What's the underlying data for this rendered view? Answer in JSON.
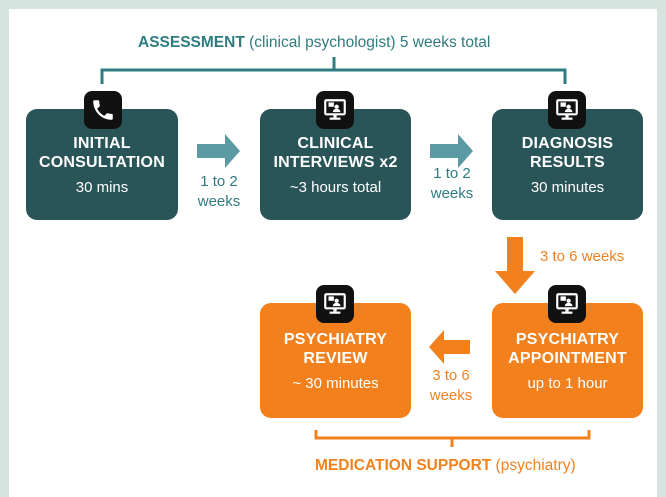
{
  "header": {
    "assessment_bold": "ASSESSMENT",
    "assessment_rest": " (clinical psychologist) 5 weeks total",
    "medication_bold": "MEDICATION SUPPORT",
    "medication_rest": " (psychiatry)"
  },
  "steps": [
    {
      "title": "INITIAL CONSULTATION",
      "title_l1": "INITIAL",
      "title_l2": "CONSULTATION",
      "sub": "30 mins",
      "icon": "phone-icon"
    },
    {
      "title": "CLINICAL INTERVIEWS x2",
      "title_l1": "CLINICAL",
      "title_l2": "INTERVIEWS x2",
      "sub": "~3 hours total",
      "icon": "video-call-icon"
    },
    {
      "title": "DIAGNOSIS RESULTS",
      "title_l1": "DIAGNOSIS",
      "title_l2": "RESULTS",
      "sub": "30 minutes",
      "icon": "video-call-icon"
    },
    {
      "title": "PSYCHIATRY APPOINTMENT",
      "title_l1": "PSYCHIATRY",
      "title_l2": "APPOINTMENT",
      "sub": "up to 1 hour",
      "icon": "video-call-icon"
    },
    {
      "title": "PSYCHIATRY REVIEW",
      "title_l1": "PSYCHIATRY",
      "title_l2": "REVIEW",
      "sub": "~ 30 minutes",
      "icon": "video-call-icon"
    }
  ],
  "transitions": [
    {
      "l1": "1 to 2",
      "l2": "weeks"
    },
    {
      "l1": "1 to 2",
      "l2": "weeks"
    },
    {
      "l1": "3 to 6 weeks"
    },
    {
      "l1": "3 to 6",
      "l2": "weeks"
    }
  ],
  "colors": {
    "teal": "#2a5558",
    "orange": "#f2811d",
    "accent": "#2e7c80"
  }
}
